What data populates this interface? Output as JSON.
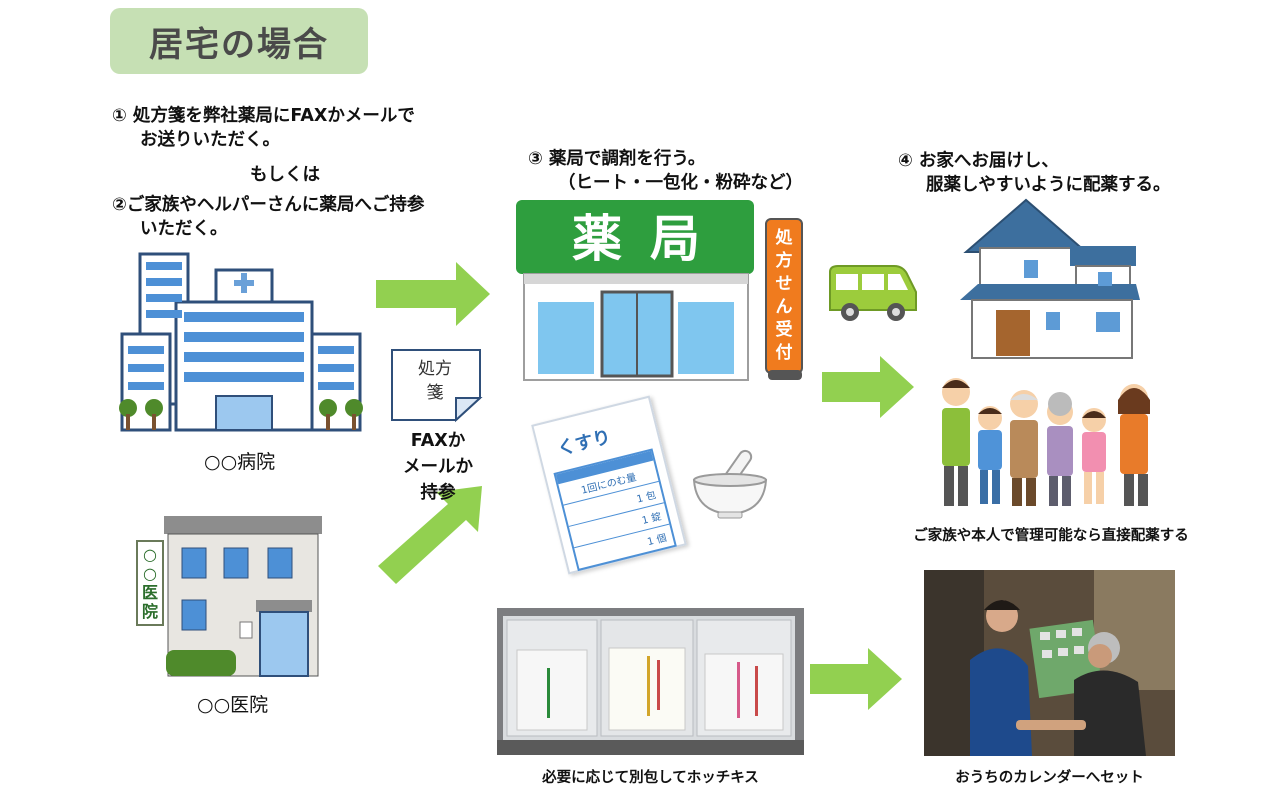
{
  "title": "居宅の場合",
  "step1": {
    "line1": "① 処方箋を弊社薬局にFAXかメールで",
    "line2": "お送りいただく。"
  },
  "or_text": "もしくは",
  "step2": {
    "line1": "②ご家族やヘルパーさんに薬局へご持参",
    "line2": "いただく。"
  },
  "step3": {
    "line1": "③ 薬局で調剤を行う。",
    "line2": "（ヒート・一包化・粉砕など）"
  },
  "step4": {
    "line1": "④ お家へお届けし、",
    "line2": "服薬しやすいように配薬する。"
  },
  "hospital_label": "○○病院",
  "clinic_label": "○○医院",
  "clinic_sign": [
    "○",
    "○",
    "医",
    "院"
  ],
  "prescription_paper": {
    "line1": "処方",
    "line2": "箋"
  },
  "delivery_method": [
    "FAXか",
    "メールか",
    "持参"
  ],
  "pharmacy_sign": "薬局",
  "pharmacy_stand": [
    "処",
    "方",
    "せ",
    "ん",
    "受",
    "付"
  ],
  "medicine_bag": {
    "title": "くすり",
    "heading": "1回にのむ量",
    "rows": [
      "1 包",
      "1 錠",
      "1 個"
    ]
  },
  "family_caption": "ご家族や本人で管理可能なら直接配薬する",
  "photo1_caption": "必要に応じて別包してホッチキス",
  "photo2_caption": "おうちのカレンダーへセット",
  "colors": {
    "arrow": "#92d050",
    "title_bg": "#c6e0b4",
    "pharmacy_green": "#2e9e3e",
    "stand_orange": "#f07b1e",
    "van": "#9ccc3c"
  }
}
